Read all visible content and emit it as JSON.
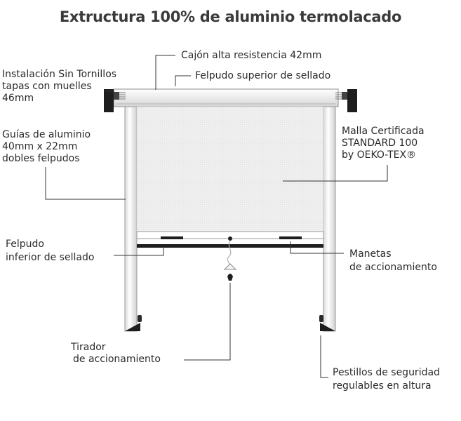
{
  "title": "Extructura 100% de aluminio termolacado",
  "labels": {
    "cajon": "Cajón alta resistencia 42mm",
    "felpudo_superior": "Felpudo superior de sellado",
    "instalacion": [
      "Instalación Sin Tornillos",
      "tapas con muelles",
      "46mm"
    ],
    "guias": [
      "Guías de aluminio",
      "40mm x 22mm",
      "dobles felpudos"
    ],
    "malla": [
      "Malla Certificada",
      "STANDARD 100",
      "by OEKO-TEX®"
    ],
    "felpudo_inferior": [
      "Felpudo",
      "inferior de sellado"
    ],
    "manetas": [
      "Manetas",
      "de accionamiento"
    ],
    "tirador": [
      "Tirador",
      "de accionamiento"
    ],
    "pestillos": [
      "Pestillos de seguridad",
      "regulables en altura"
    ]
  },
  "colors": {
    "frame": "#ffffff",
    "frame_stroke": "#8a8a8a",
    "mesh": "#eeeeee",
    "leader": "#333333",
    "caps": "#1e1e1e"
  }
}
